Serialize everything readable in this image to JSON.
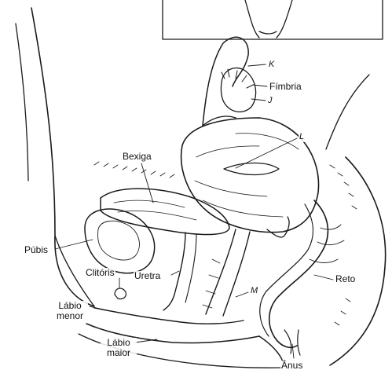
{
  "labels": {
    "k": "K",
    "fimbria": "Fímbria",
    "j": "J",
    "l": "L",
    "bexiga": "Bexiga",
    "pubis": "Púbis",
    "clitoris": "Clitóris",
    "uretra": "Uretra",
    "m": "M",
    "reto": "Reto",
    "labio_menor_1": "Lábio",
    "labio_menor_2": "menor",
    "labio_maior_1": "Lábio",
    "labio_maior_2": "maior",
    "anus": "Ânus"
  },
  "colors": {
    "ink": "#1a1a1a",
    "background": "#ffffff"
  }
}
